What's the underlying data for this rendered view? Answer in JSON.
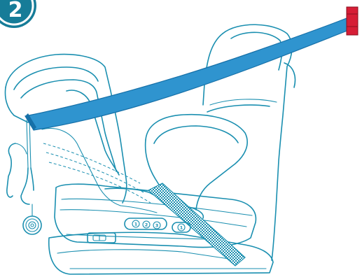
{
  "step_badge": {
    "number": "2",
    "color": "#167c98"
  },
  "colors": {
    "line": "#1a8fb0",
    "belt": "#2f94cf",
    "belt_edge": "#1670a8",
    "anchor": "#d61e36",
    "strap_fill": "#a9d3e6"
  },
  "indicator_buttons": [
    "1",
    "2",
    "3"
  ],
  "single_button": "1"
}
